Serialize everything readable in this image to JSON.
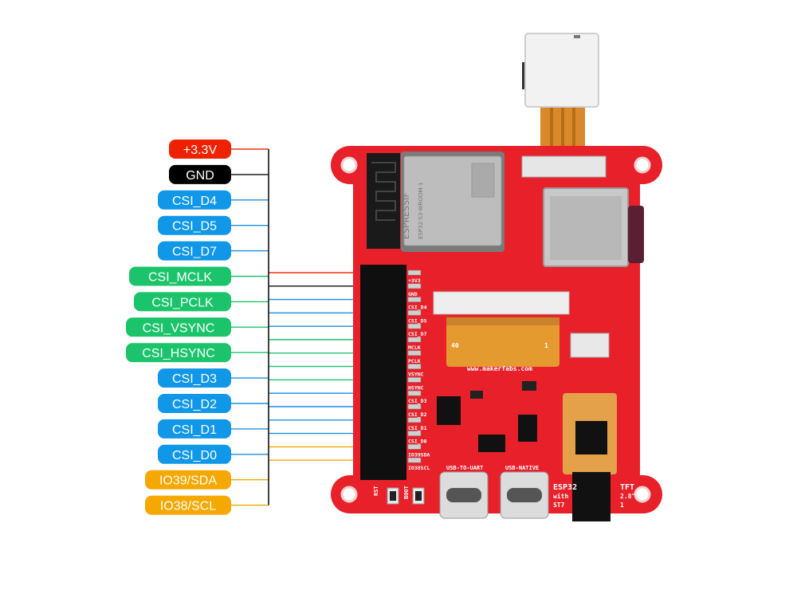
{
  "pin_labels": [
    {
      "text": "+3.3V",
      "color": "#ee2200",
      "text_color": "#ffffff",
      "wire": "#ee3311"
    },
    {
      "text": "GND",
      "color": "#000000",
      "text_color": "#ffffff",
      "wire": "#111111"
    },
    {
      "text": "CSI_D4",
      "color": "#1097e8",
      "text_color": "#ffffff",
      "wire": "#1a8fe0"
    },
    {
      "text": "CSI_D5",
      "color": "#1097e8",
      "text_color": "#ffffff",
      "wire": "#1a8fe0"
    },
    {
      "text": "CSI_D7",
      "color": "#1097e8",
      "text_color": "#ffffff",
      "wire": "#1a8fe0"
    },
    {
      "text": "CSI_MCLK",
      "color": "#1bc46b",
      "text_color": "#ffffff",
      "wire": "#1bc46b"
    },
    {
      "text": "CSI_PCLK",
      "color": "#1bc46b",
      "text_color": "#ffffff",
      "wire": "#1bc46b"
    },
    {
      "text": "CSI_VSYNC",
      "color": "#1bc46b",
      "text_color": "#ffffff",
      "wire": "#1bc46b"
    },
    {
      "text": "CSI_HSYNC",
      "color": "#1bc46b",
      "text_color": "#ffffff",
      "wire": "#1bc46b"
    },
    {
      "text": "CSI_D3",
      "color": "#1097e8",
      "text_color": "#ffffff",
      "wire": "#1a8fe0"
    },
    {
      "text": "CSI_D2",
      "color": "#1097e8",
      "text_color": "#ffffff",
      "wire": "#1a8fe0"
    },
    {
      "text": "CSI_D1",
      "color": "#1097e8",
      "text_color": "#ffffff",
      "wire": "#1a8fe0"
    },
    {
      "text": "CSI_D0",
      "color": "#1097e8",
      "text_color": "#ffffff",
      "wire": "#1a8fe0"
    },
    {
      "text": "IO39/SDA",
      "color": "#f5a800",
      "text_color": "#ffffff",
      "wire": "#f5a800"
    },
    {
      "text": "IO38/SCL",
      "color": "#f5a800",
      "text_color": "#ffffff",
      "wire": "#f5a800"
    }
  ],
  "board": {
    "pcb_color": "#e8202a",
    "silk_pins": [
      "+3V3",
      "GND",
      "CSI_D4",
      "CSI_D5",
      "CSI_D7",
      "MCLK",
      "PCLK",
      "VSYNC",
      "HSYNC",
      "CSI_D3",
      "CSI_D2",
      "CSI_D1",
      "CSI_D0",
      "IO39SDA",
      "IO38SCL"
    ],
    "module_text": "ESPRESSIF",
    "module_sub": "ESP32-S3-WROOM-1",
    "url_text": "www.makerfabs.com",
    "usb1_label": "USB-TO-UART",
    "usb2_label": "USB-NATIVE",
    "rst_label": "RST",
    "boot_label": "BOOT",
    "fpc_left": "40",
    "fpc_right": "1",
    "side_text": [
      "ESP32",
      "with",
      "ST7"
    ],
    "side_text2": [
      "TFT",
      "2.8\"",
      "1"
    ]
  }
}
